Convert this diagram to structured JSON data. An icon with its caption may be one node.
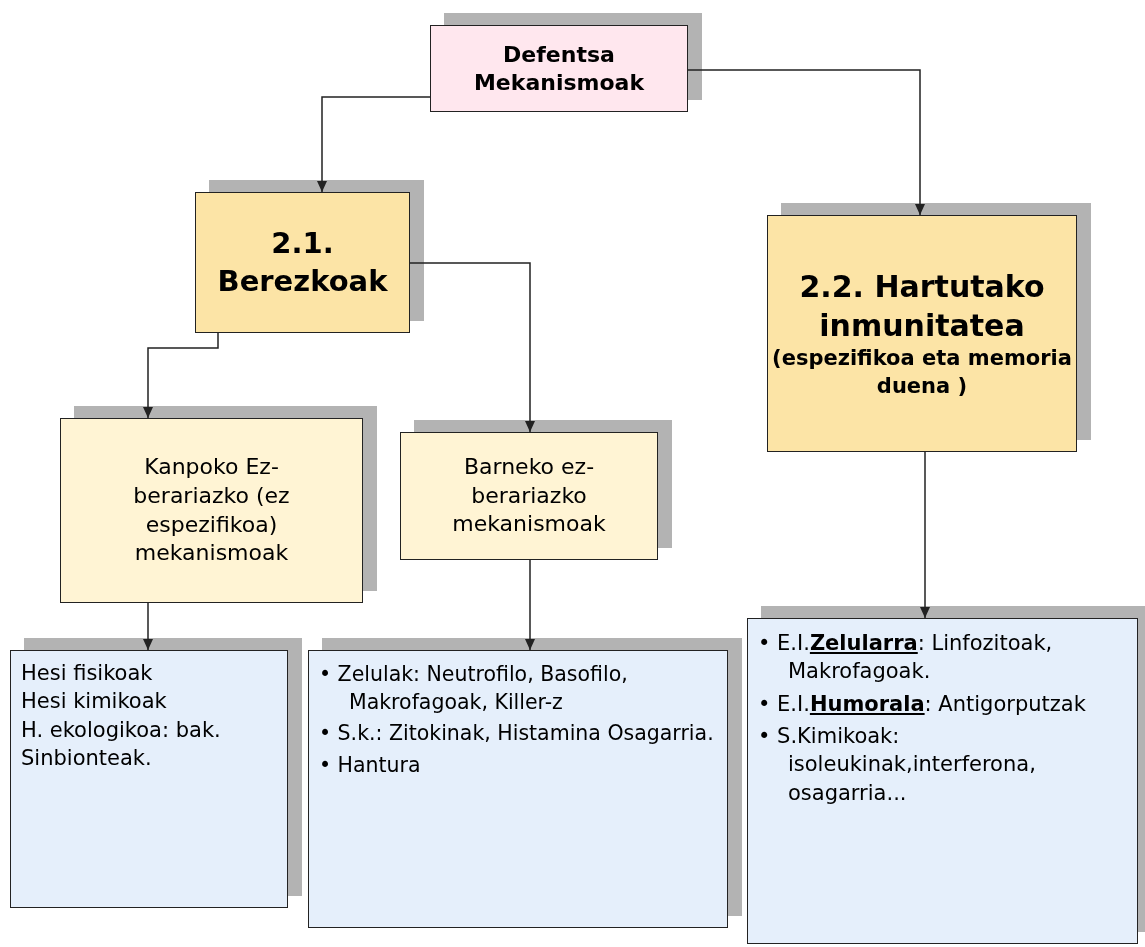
{
  "diagram": {
    "nodes": [
      {
        "text": [
          "Defentsa Mekanismoak"
        ]
      },
      {
        "text": [
          "2.1. Berezkoak"
        ]
      },
      {
        "text": [
          "2.2. Hartutako inmunitatea",
          "(espezifikoa eta memoria duena )"
        ]
      },
      {
        "text": [
          "Kanpoko Ez-berariazko (ez espezifikoa) mekanismoak"
        ]
      },
      {
        "text": [
          "Barneko ez-berariazko mekanismoak"
        ]
      },
      {
        "text": [
          "Hesi fisikoak",
          "Hesi kimikoak",
          "H. ekologikoa: bak. Sinbionteak."
        ]
      },
      {
        "text": [
          "• Zelulak: Neutrofilo, Basofilo, Makrofagoak, Killer-z",
          "• S.k.: Zitokinak, Histamina Osagarria.",
          "• Hantura"
        ]
      },
      {
        "text": [
          "• E.I.**Zelularra**: Linfozitoak, Makrofagoak.",
          "• E.I.**Humorala**: Antigorputzak",
          "• S.Kimikoak: isoleukinak,interferona, osagarria..."
        ]
      }
    ],
    "edges": [
      {
        "from": 0,
        "to": 1,
        "arrow": "to"
      },
      {
        "from": 0,
        "to": 2,
        "arrow": "to"
      },
      {
        "from": 1,
        "to": 3,
        "arrow": "to"
      },
      {
        "from": 1,
        "to": 4,
        "arrow": "to"
      },
      {
        "from": 3,
        "to": 5,
        "arrow": "to"
      },
      {
        "from": 4,
        "to": 6,
        "arrow": "to"
      },
      {
        "from": 2,
        "to": 7,
        "arrow": "to"
      }
    ]
  }
}
